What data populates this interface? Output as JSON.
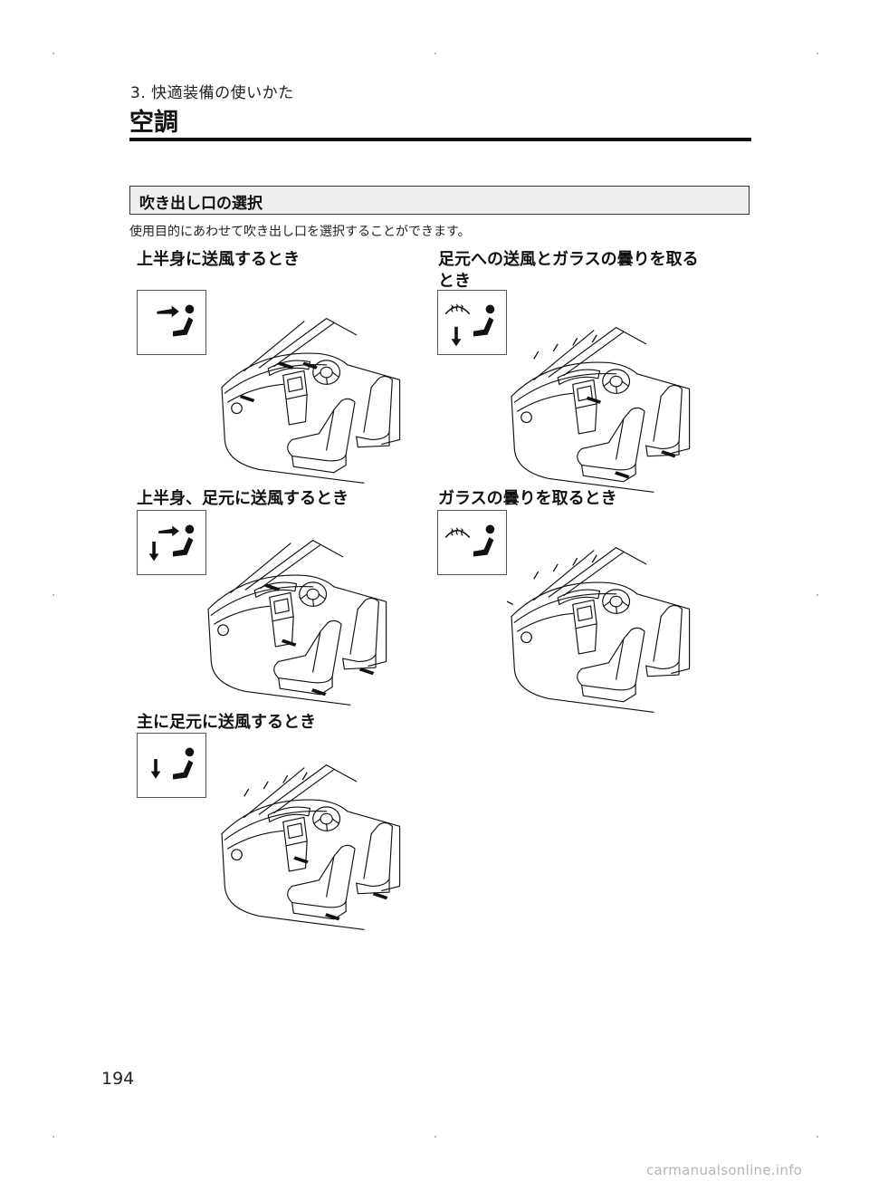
{
  "header": {
    "chapter": "3. 快適装備の使いかた",
    "title": "空調"
  },
  "section": {
    "heading": "吹き出し口の選択",
    "intro": "使用目的にあわせて吹き出し口を選択することができます。"
  },
  "modes": [
    {
      "title": "上半身に送風するとき",
      "icon": "face-vent-icon"
    },
    {
      "title": "足元への送風とガラスの曇りを取る",
      "title2": "とき",
      "icon": "floor-defrost-icon"
    },
    {
      "title": "上半身、足元に送風するとき",
      "icon": "bi-level-icon"
    },
    {
      "title": "ガラスの曇りを取るとき",
      "icon": "defrost-icon"
    },
    {
      "title": "主に足元に送風するとき",
      "icon": "floor-vent-icon"
    }
  ],
  "footer": {
    "page_number": "194",
    "watermark": "carmanualsonline.info"
  }
}
